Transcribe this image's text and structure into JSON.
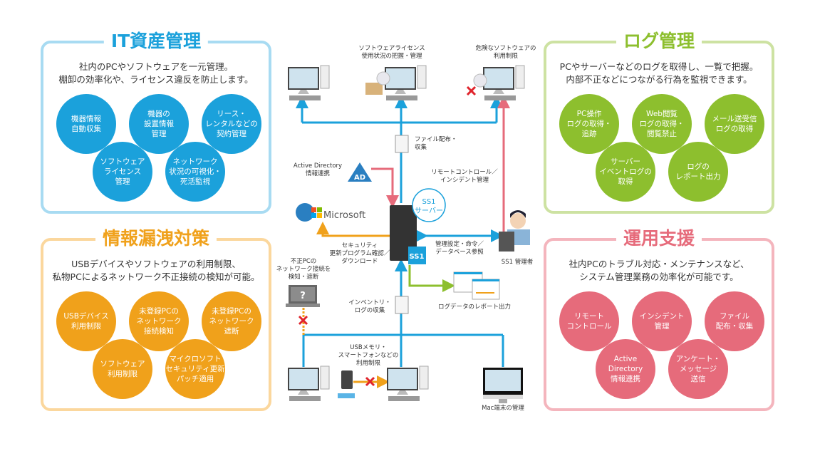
{
  "colors": {
    "blue": "#1ba1db",
    "orange": "#f0a11b",
    "green": "#8dbf2e",
    "pink": "#e66b7b"
  },
  "panels": [
    {
      "id": "it",
      "title": "IT資産管理",
      "desc": [
        "社内のPCやソフトウェアを一元管理。",
        "棚卸の効率化や、ライセンス違反を防止します。"
      ],
      "items": [
        [
          "機器情報",
          "自動収集"
        ],
        [
          "機器の",
          "設置情報",
          "管理"
        ],
        [
          "リース・",
          "レンタルなどの",
          "契約管理"
        ],
        [
          "ソフトウェア",
          "ライセンス",
          "管理"
        ],
        [
          "ネットワーク",
          "状況の可視化・",
          "死活監視"
        ]
      ]
    },
    {
      "id": "leak",
      "title": "情報漏洩対策",
      "desc": [
        "USBデバイスやソフトウェアの利用制限、",
        "私物PCによるネットワーク不正接続の検知が可能。"
      ],
      "items": [
        [
          "USBデバイス",
          "利用制限"
        ],
        [
          "未登録PCの",
          "ネットワーク",
          "接続検知"
        ],
        [
          "未登録PCの",
          "ネットワーク",
          "遮断"
        ],
        [
          "ソフトウェア",
          "利用制限"
        ],
        [
          "マイクロソフト",
          "セキュリティ更新",
          "パッチ適用"
        ]
      ]
    },
    {
      "id": "log",
      "title": "ログ管理",
      "desc": [
        "PCやサーバーなどのログを取得し、一覧で把握。",
        "内部不正などにつながる行為を監視できます。"
      ],
      "items": [
        [
          "PC操作",
          "ログの取得・",
          "追跡"
        ],
        [
          "Web閲覧",
          "ログの取得・",
          "閲覧禁止"
        ],
        [
          "メール送受信",
          "ログの取得"
        ],
        [
          "サーバー",
          "イベントログの",
          "取得"
        ],
        [
          "ログの",
          "レポート出力"
        ]
      ]
    },
    {
      "id": "ops",
      "title": "運用支援",
      "desc": [
        "社内PCのトラブル対応・メンテナンスなど、",
        "システム管理業務の効率化が可能です。"
      ],
      "items": [
        [
          "リモート",
          "コントロール"
        ],
        [
          "インシデント",
          "管理"
        ],
        [
          "ファイル",
          "配布・収集"
        ],
        [
          "Active",
          "Directory",
          "情報連携"
        ],
        [
          "アンケート・",
          "メッセージ",
          "送信"
        ]
      ]
    }
  ],
  "diagram": {
    "license": [
      "ソフトウェアライセンス",
      "使用状況の把握・管理"
    ],
    "danger": [
      "危険なソフトウェアの",
      "利用制限"
    ],
    "file": [
      "ファイル配布・",
      "収集"
    ],
    "ad": [
      "Active Directory",
      "情報連携"
    ],
    "ad_logo": "AD",
    "remote": [
      "リモートコントロール／",
      "インシデント管理"
    ],
    "microsoft": "Microsoft",
    "server": [
      "SS1",
      "サーバー"
    ],
    "ss1_logo": "SS1",
    "security": [
      "セキュリティ",
      "更新プログラム確認／",
      "ダウンロード"
    ],
    "mgmt": [
      "管理設定・命令／",
      "データベース参照"
    ],
    "admin": "SS1 管理者",
    "rogue": [
      "不正PCの",
      "ネットワーク接続を",
      "検知・遮断"
    ],
    "inventory": [
      "インベントリ・",
      "ログの収集"
    ],
    "report": "ログデータのレポート出力",
    "usb": [
      "USBメモリ・",
      "スマートフォンなどの",
      "利用制限"
    ],
    "mac": "Mac端末の管理"
  }
}
